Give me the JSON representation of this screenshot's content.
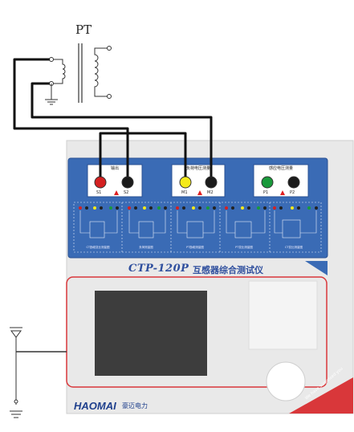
{
  "pt_label": "PT",
  "panel": {
    "sections": [
      {
        "title": "输出",
        "terminals": [
          "S1",
          "S2"
        ]
      },
      {
        "title": "负荷电压测量",
        "terminals": [
          "M1",
          "M2"
        ]
      },
      {
        "title": "感应电压测量",
        "terminals": [
          "P1",
          "P2"
        ]
      }
    ],
    "terminal_colors": {
      "S1": "#d42121",
      "S2": "#1b1b1b",
      "M1": "#f5ea1a",
      "M2": "#1b1b1b",
      "P1": "#1a9a3c",
      "P2": "#1b1b1b"
    },
    "wiring_diagrams": [
      "CT励磁变比测量图",
      "负荷测量图",
      "PT励磁测量图",
      "PT变比测量图",
      "CT变比测量图"
    ],
    "model": "CTP-120P",
    "product_name": "互感器综合测试仪",
    "brand": "HAOMAI",
    "brand_cn": "豪迈电力",
    "corner_slogan": "We have surpassed you"
  },
  "colors": {
    "panel_blue": "#3a6bb5",
    "screen_frame": "#d9373a",
    "brand_blue": "#1e3f8c"
  },
  "icons": [
    "warning-icon",
    "ground-symbol-icon",
    "transformer-icon"
  ]
}
